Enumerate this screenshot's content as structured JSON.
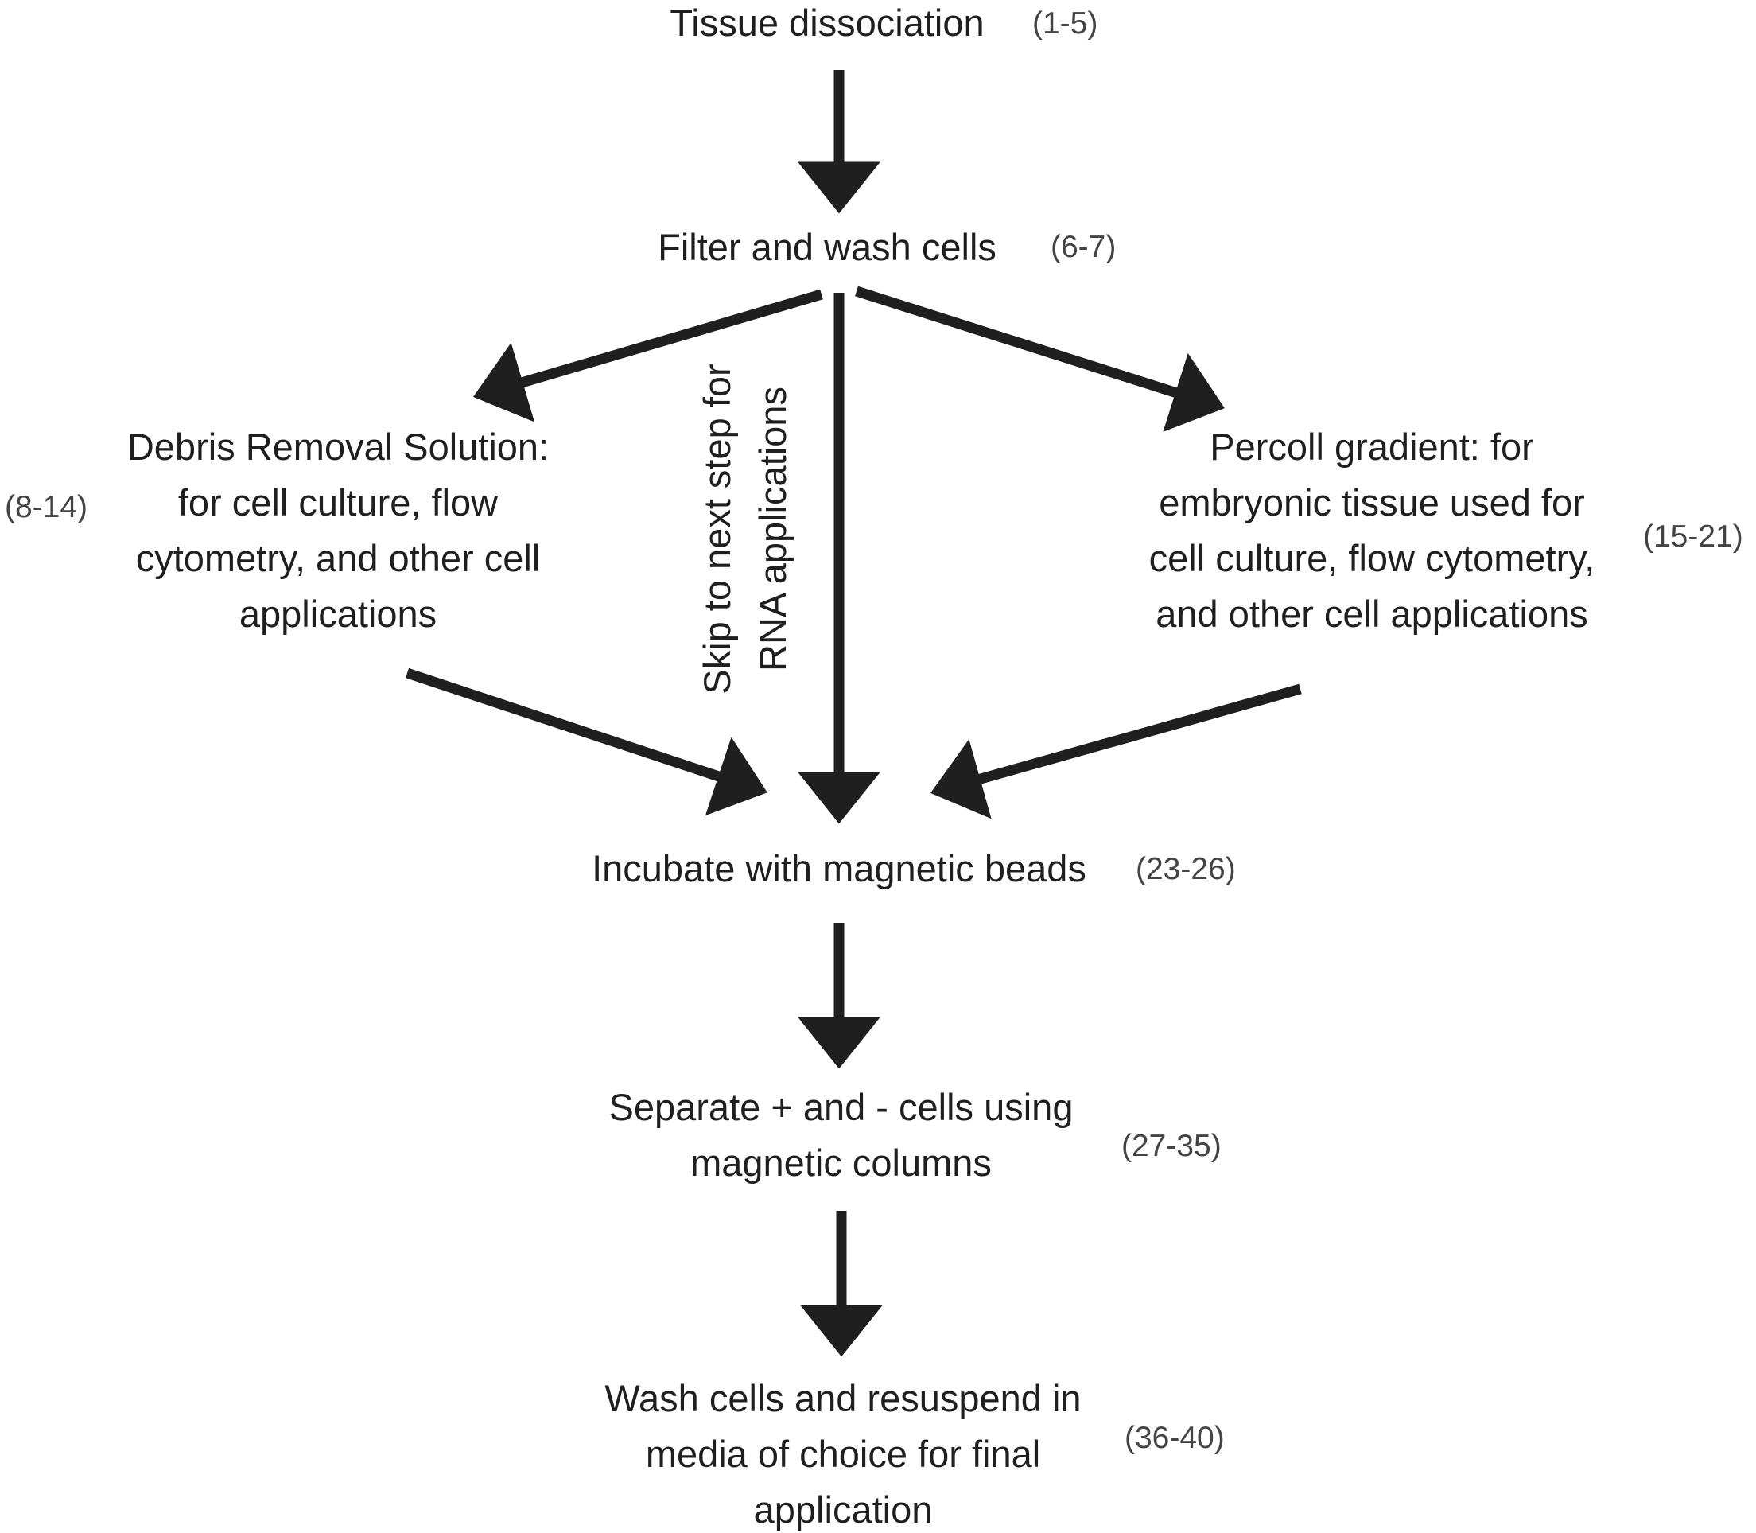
{
  "diagram": {
    "steps": {
      "tissue_dissociation": {
        "label": "Tissue dissociation",
        "ref": "(1-5)"
      },
      "filter_wash": {
        "label": "Filter and wash cells",
        "ref": "(6-7)"
      },
      "debris_removal": {
        "label": "Debris Removal Solution:\nfor cell culture, flow\ncytometry, and other cell\napplications",
        "ref": "(8-14)"
      },
      "skip_rna": {
        "label": "Skip to next step for\nRNA applications"
      },
      "percoll": {
        "label": "Percoll gradient: for\nembryonic tissue used for\ncell culture, flow cytometry,\nand other cell applications",
        "ref": "(15-21)"
      },
      "incubate": {
        "label": "Incubate with magnetic beads",
        "ref": "(23-26)"
      },
      "separate": {
        "label": "Separate + and - cells using\nmagnetic columns",
        "ref": "(27-35)"
      },
      "wash_resuspend": {
        "label": "Wash cells and resuspend in\nmedia of choice for final\napplication",
        "ref": "(36-40)"
      }
    },
    "colors": {
      "arrow": "#1f1f1f",
      "text": "#1f1f1f",
      "ref_text": "#444444",
      "background": "#ffffff"
    }
  }
}
